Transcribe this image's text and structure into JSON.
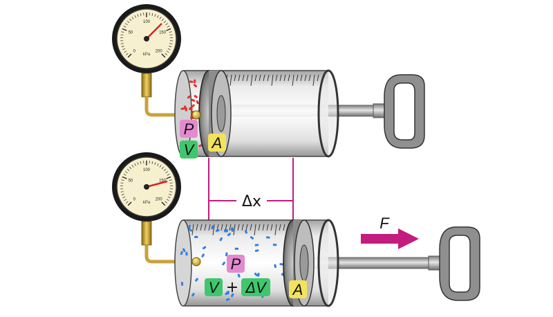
{
  "gauges": {
    "ticks": [
      "0",
      "50",
      "100",
      "150",
      "200"
    ],
    "unit": "kPa"
  },
  "top_syringe": {
    "pressure_label": "P",
    "volume_label": "V",
    "area_label": "A"
  },
  "bottom_syringe": {
    "pressure_label": "P",
    "volume_label": "V",
    "plus_sign": "+",
    "delta_volume_label": "ΔV",
    "area_label": "A"
  },
  "displacement_label": "Δx",
  "force_label": "F",
  "colors": {
    "pressure_box": "#e38ad0",
    "volume_box": "#3ec76c",
    "area_box": "#f3e35a",
    "magenta": "#c21c7e",
    "gauge_face": "#f7f0cf",
    "brass": "#d9b43a",
    "red_particles": "#e0302c",
    "blue_particles": "#2f7fe0"
  },
  "particles": {
    "top_color": "red",
    "bottom_color": "blue"
  }
}
